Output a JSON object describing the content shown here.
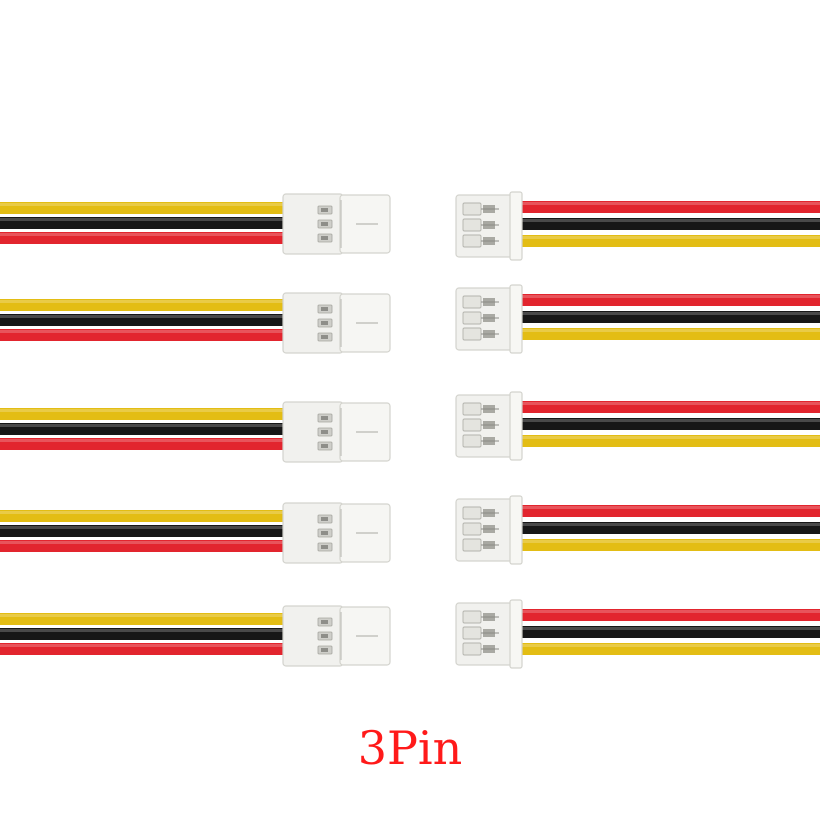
{
  "caption": "3Pin",
  "caption_color": "#ff1a1a",
  "wire_colors": {
    "yellow": "#e3bd14",
    "black": "#171717",
    "red": "#e2252e"
  },
  "connector_color": "#f1f1ee",
  "pairs": [
    {
      "male_wire_order": [
        "yellow",
        "black",
        "red"
      ],
      "female_wire_order": [
        "red",
        "black",
        "yellow"
      ]
    },
    {
      "male_wire_order": [
        "yellow",
        "black",
        "red"
      ],
      "female_wire_order": [
        "red",
        "black",
        "yellow"
      ]
    },
    {
      "male_wire_order": [
        "yellow",
        "black",
        "red"
      ],
      "female_wire_order": [
        "red",
        "black",
        "yellow"
      ]
    },
    {
      "male_wire_order": [
        "yellow",
        "black",
        "red"
      ],
      "female_wire_order": [
        "red",
        "black",
        "yellow"
      ]
    },
    {
      "male_wire_order": [
        "yellow",
        "black",
        "red"
      ],
      "female_wire_order": [
        "red",
        "black",
        "yellow"
      ]
    }
  ]
}
